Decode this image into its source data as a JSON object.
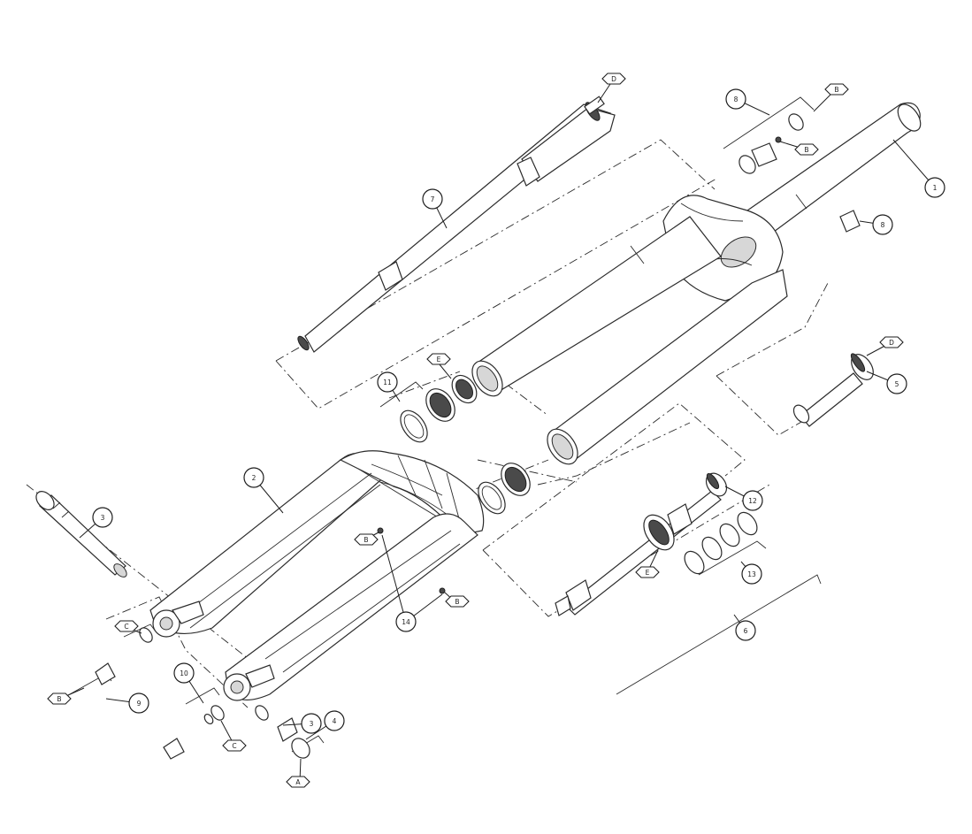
{
  "callouts": {
    "c1": "1",
    "c2": "2",
    "c3a": "3",
    "c3b": "3",
    "c4": "4",
    "c5": "5",
    "c6": "6",
    "c7": "7",
    "c8a": "8",
    "c8b": "8",
    "c9": "9",
    "c10": "10",
    "c11": "11",
    "c12": "12",
    "c13": "13",
    "c14": "14"
  },
  "tags": {
    "tA": "A",
    "tB1": "B",
    "tB2": "B",
    "tB3": "B",
    "tB4": "B",
    "tB5": "B",
    "tC1": "C",
    "tC2": "C",
    "tD1": "D",
    "tD2": "D",
    "tE1": "E",
    "tE2": "E"
  }
}
